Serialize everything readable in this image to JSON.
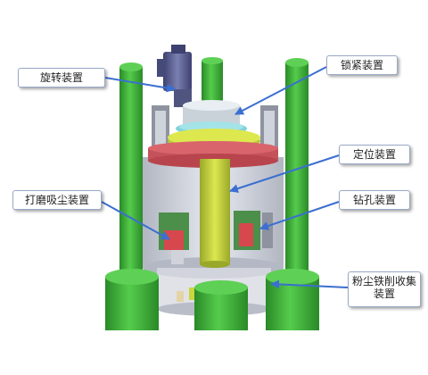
{
  "colors": {
    "pillar_green": "#3fb83a",
    "pillar_dark": "#2a8a28",
    "motor_blue": "#5a5f8e",
    "flange_red": "#d9646c",
    "rotor_yellow": "#c9d63c",
    "ring_cyan": "#7fd3da",
    "shell_gray": "#c9cdd6",
    "arrow_blue": "#3b6fd1"
  },
  "callouts": [
    {
      "id": "rotation",
      "label": "旋转装置"
    },
    {
      "id": "locking",
      "label": "锁紧装置"
    },
    {
      "id": "positioning",
      "label": "定位装置"
    },
    {
      "id": "grinding_dust",
      "label": "打磨吸尘装置"
    },
    {
      "id": "drilling",
      "label": "钻孔装置"
    },
    {
      "id": "dust_collection",
      "label": "粉尘铁削收集\n装置"
    }
  ]
}
